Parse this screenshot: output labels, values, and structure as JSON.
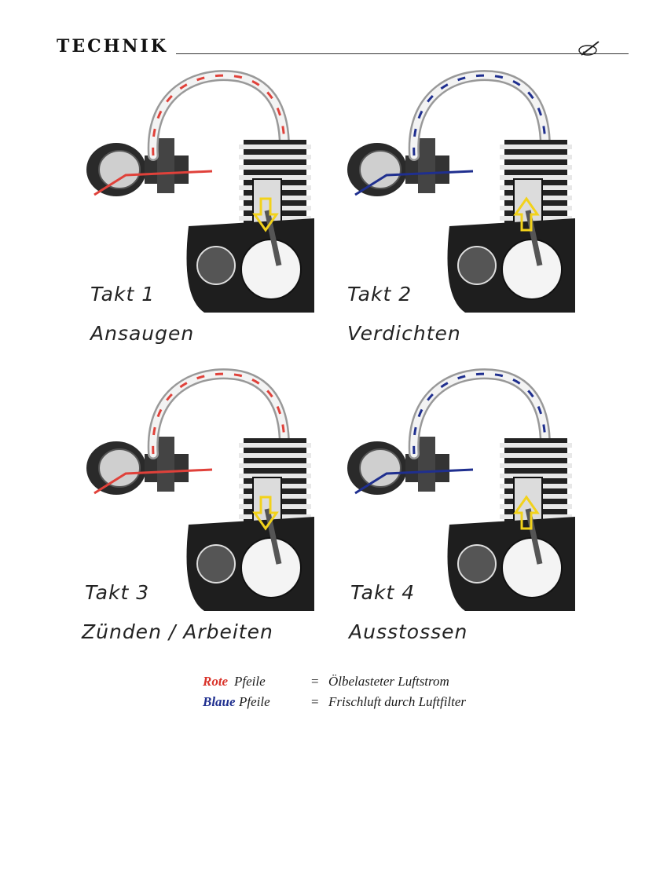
{
  "header": {
    "title": "TECHNIK"
  },
  "panels": [
    {
      "takt": "Takt 1",
      "phase": "Ansaugen",
      "flow": "red",
      "piston": "down"
    },
    {
      "takt": "Takt 2",
      "phase": "Verdichten",
      "flow": "blue",
      "piston": "up"
    },
    {
      "takt": "Takt 3",
      "phase": "Zünden / Arbeiten",
      "flow": "red",
      "piston": "down"
    },
    {
      "takt": "Takt 4",
      "phase": "Ausstossen",
      "flow": "blue",
      "piston": "up"
    }
  ],
  "legend": [
    {
      "color_word": "Rote",
      "word": "Pfeile",
      "equals": "=",
      "description": "Ölbelasteter Luftstrom",
      "color": "#d9342b"
    },
    {
      "color_word": "Blaue",
      "word": "Pfeile",
      "equals": "=",
      "description": "Frischluft durch Luftfilter",
      "color": "#1f2f8f"
    }
  ],
  "colors": {
    "red_flow": "#e0413a",
    "blue_flow": "#1f2f8f",
    "piston_arrow": "#f2d21b"
  }
}
